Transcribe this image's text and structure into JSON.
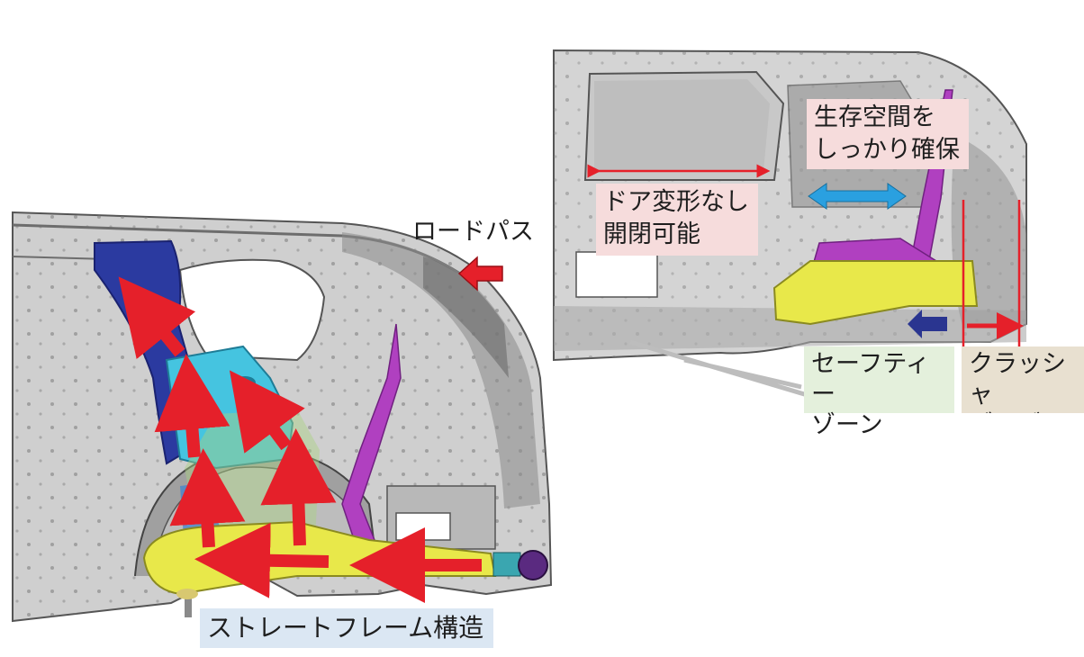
{
  "labels": {
    "straight_frame": "ストレートフレーム構造",
    "load_path": "ロードパス",
    "survival_space": "生存空間を\nしっかり確保",
    "door": "ドア変形なし\n開閉可能",
    "safety_zone": "セーフティー\nゾーン",
    "crushable_zone": "クラッシャ\nブルゾーン"
  },
  "colors": {
    "straight_frame_bg": "#dbe7f3",
    "survival_bg": "#f6dcdc",
    "door_bg": "#f6dcdc",
    "safety_bg": "#e4f0dc",
    "crush_bg": "#e8e0d0",
    "load_arrow": "#e5202a",
    "frame_yellow": "#e8e84a",
    "pillar_blue": "#2b3aa0",
    "panel_cyan": "#45c4e0",
    "brace_purple": "#b040c0",
    "body_gray": "#c9c9c9",
    "double_arrow_blue": "#2aa0e0",
    "small_arrow_navy": "#2a3590"
  }
}
